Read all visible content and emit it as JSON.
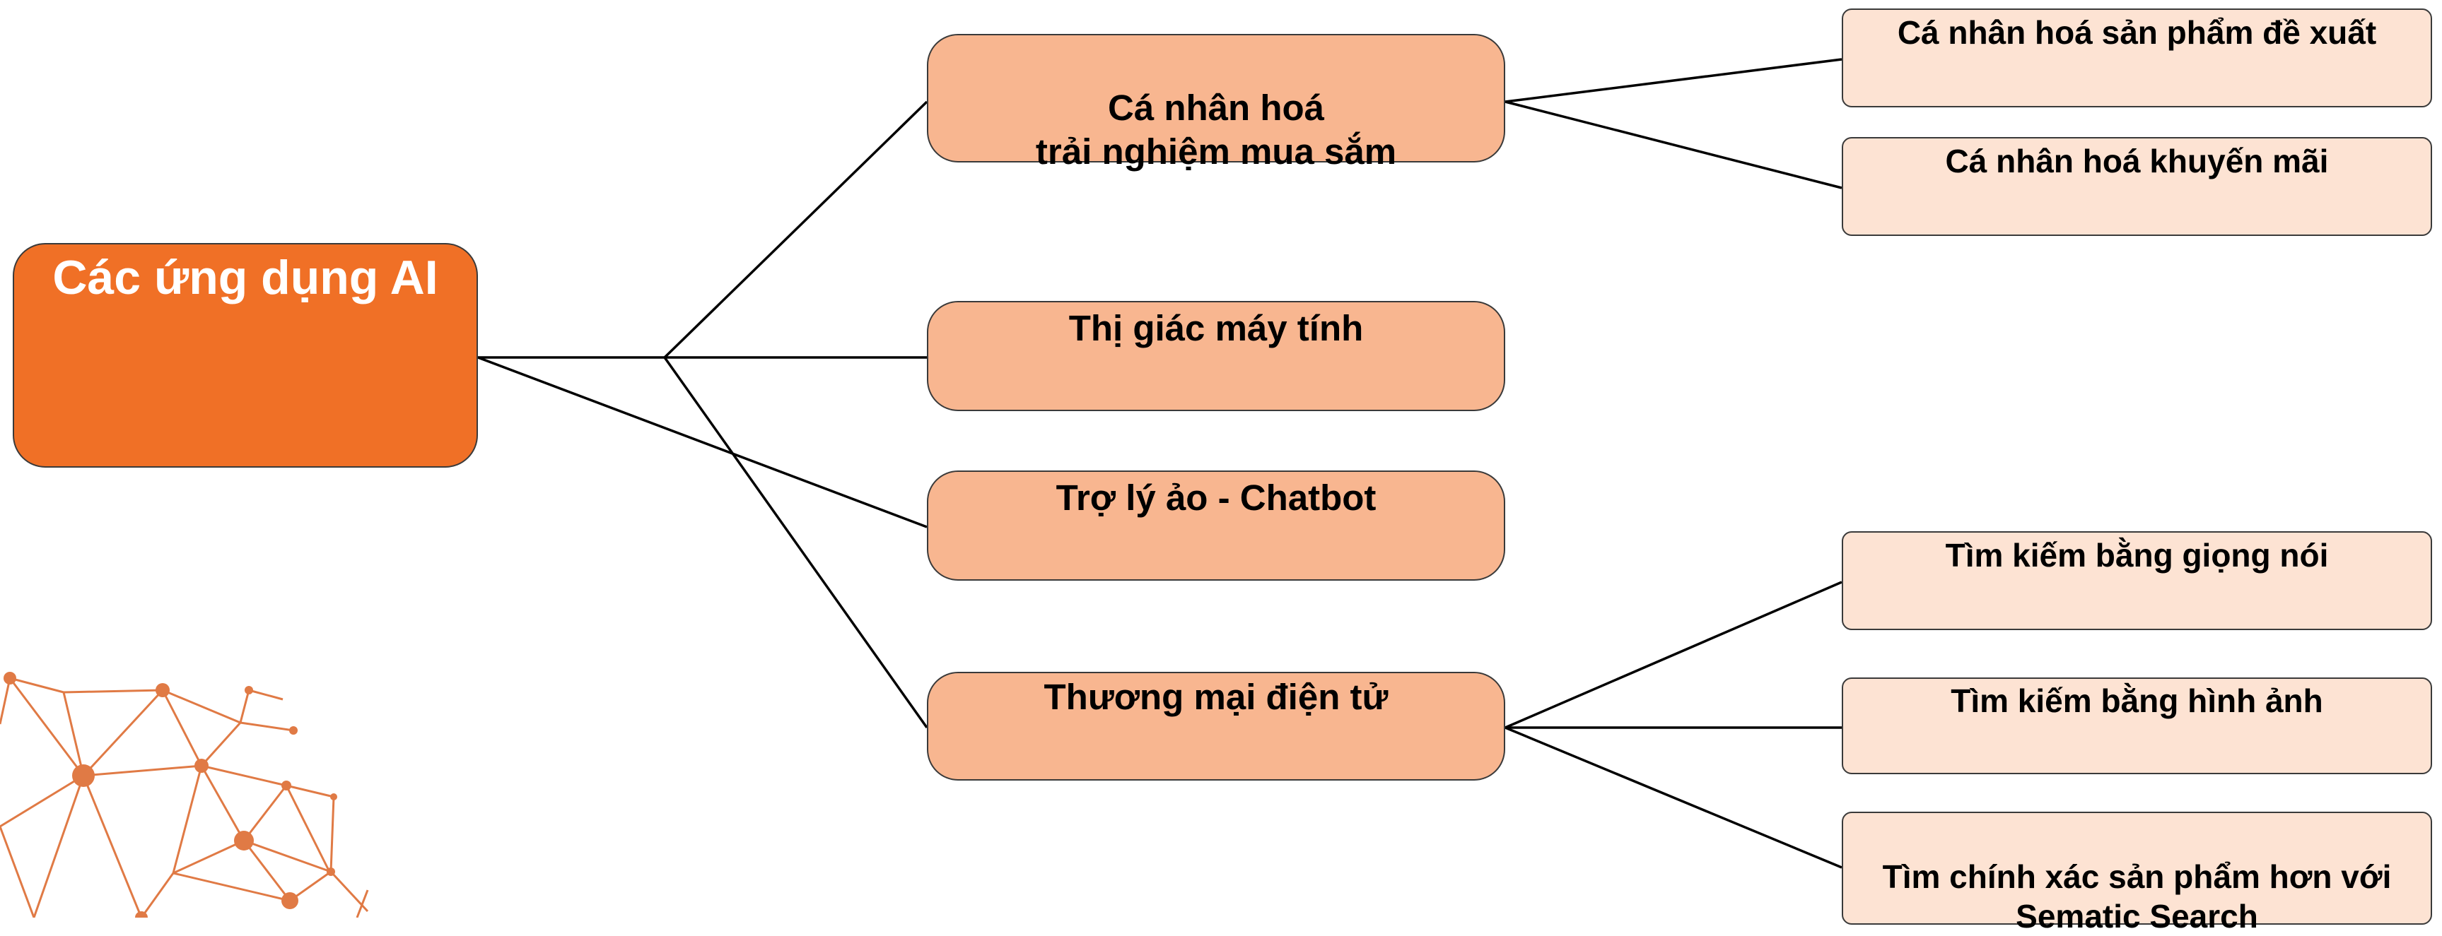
{
  "diagram": {
    "root": {
      "label": "Các ứng dụng AI"
    },
    "branches": [
      {
        "label": "Cá nhân hoá\ntrải nghiệm mua sắm",
        "children": [
          "Cá nhân hoá sản phẩm đề xuất",
          "Cá nhân hoá khuyến mãi"
        ]
      },
      {
        "label": "Thị giác máy tính",
        "children": []
      },
      {
        "label": "Trợ lý ảo - Chatbot",
        "children": []
      },
      {
        "label": "Thương mại điện tử",
        "children": [
          "Tìm kiếm bằng giọng nói",
          "Tìm kiếm bằng hình ảnh",
          "Tìm chính xác sản phẩm hơn với\nSematic Search"
        ]
      }
    ]
  },
  "colors": {
    "root": "#f07026",
    "branch": "#f8b690",
    "leaf": "#fde3d3",
    "network_decoration": "#e07a45"
  },
  "decoration": {
    "icon": "network-globe-icon"
  }
}
